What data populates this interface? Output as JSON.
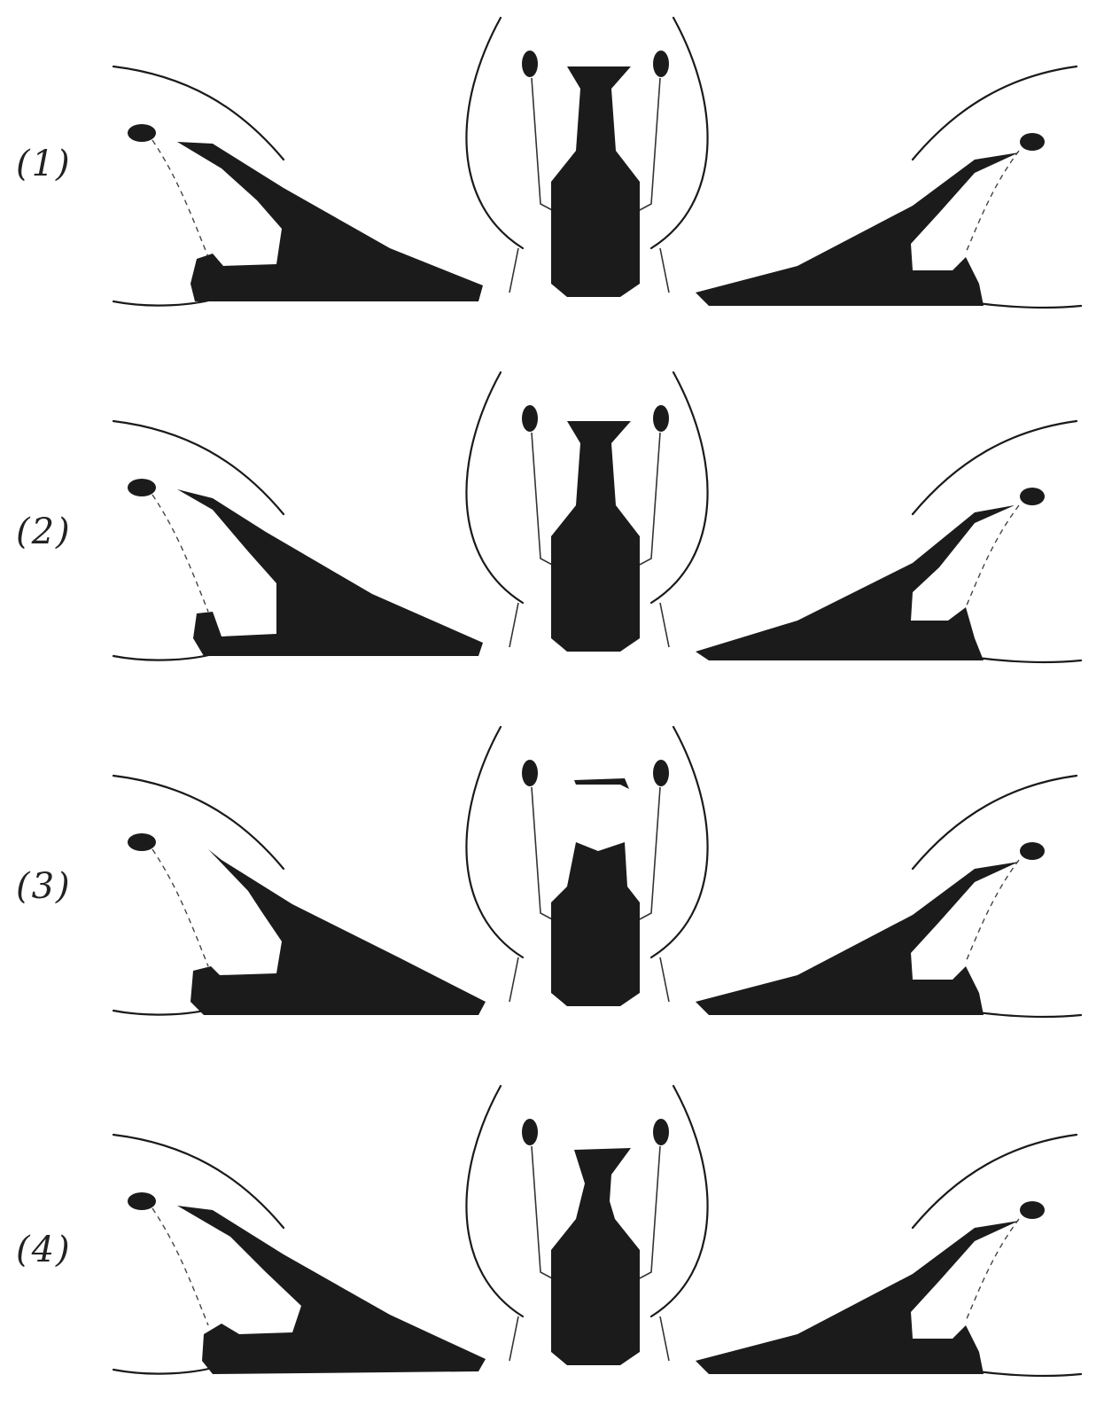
{
  "figure": {
    "rows": [
      {
        "label": "(1)",
        "shade": "#161616"
      },
      {
        "label": "(2)",
        "shade": "#161616"
      },
      {
        "label": "(3)",
        "shade": "#262626"
      },
      {
        "label": "(4)",
        "shade": "#333333"
      }
    ]
  }
}
